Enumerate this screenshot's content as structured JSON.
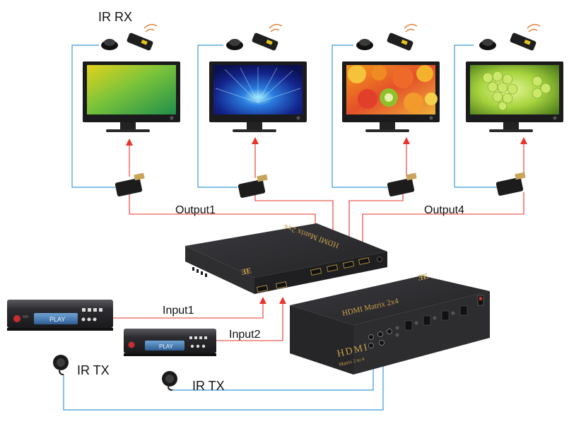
{
  "labels": {
    "ir_rx": "IR RX",
    "output1": "Output1",
    "output4": "Output4",
    "input1": "Input1",
    "input2": "Input2",
    "ir_tx_1": "IR TX",
    "ir_tx_2": "IR TX"
  },
  "device": {
    "top_text": "HDMI Matrix 2x4",
    "front_text": "HDMI Matrix 2x4",
    "brand_big": "HDMI",
    "brand_small": "Matrix 2 to 4",
    "logo": "ƎE"
  },
  "players": {
    "player1_display": "PLAY",
    "player2_display": "PLAY"
  },
  "colors": {
    "hdmi_line": "#e8342c",
    "ir_line": "#3a9bd6",
    "device_body": "#2b2b2e"
  }
}
